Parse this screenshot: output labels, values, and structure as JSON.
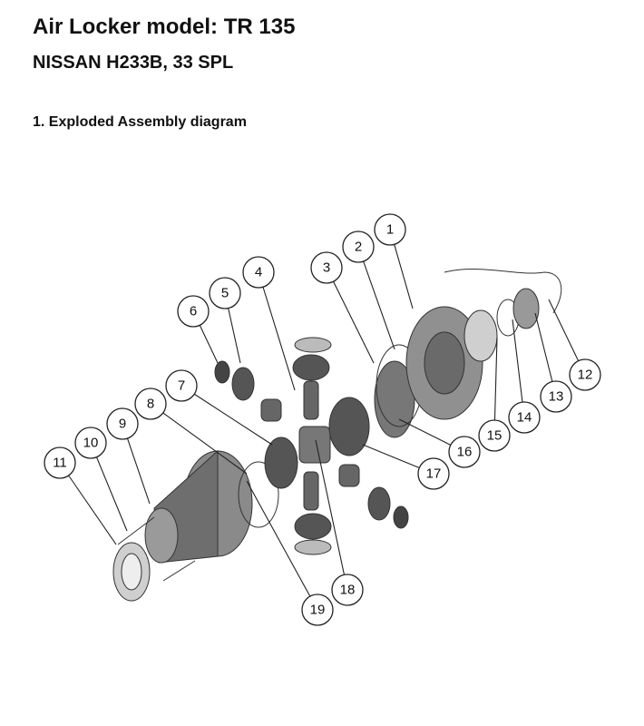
{
  "header": {
    "title": "Air Locker model: TR 135",
    "subtitle": "NISSAN H233B, 33 SPL",
    "section": "1. Exploded Assembly diagram"
  },
  "diagram": {
    "callouts": [
      "1",
      "2",
      "3",
      "4",
      "5",
      "6",
      "7",
      "8",
      "9",
      "10",
      "11",
      "12",
      "13",
      "14",
      "15",
      "16",
      "17",
      "18",
      "19"
    ]
  }
}
